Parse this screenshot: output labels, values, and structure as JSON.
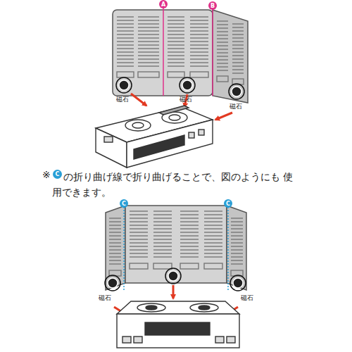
{
  "diagram": {
    "nodes": [
      {
        "text": [
          "A"
        ]
      },
      {
        "text": [
          "B"
        ]
      },
      {
        "text": [
          "C"
        ]
      },
      {
        "text": [
          "C"
        ]
      },
      {
        "text": [
          "C"
        ]
      }
    ],
    "labels": [
      "磁石",
      "磁石",
      "磁石",
      "※",
      "の折り曲げ線で折り曲げることで、図のようにも 使用できます。",
      "磁石",
      "磁石"
    ]
  }
}
